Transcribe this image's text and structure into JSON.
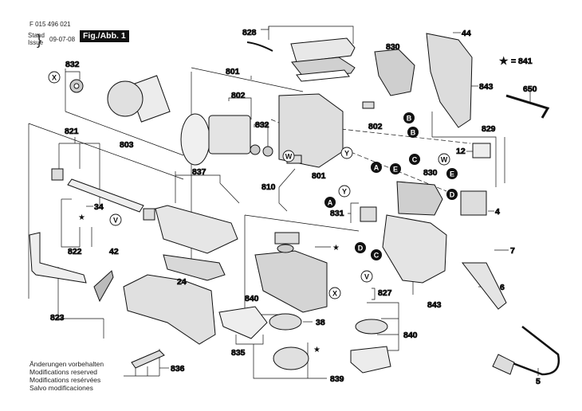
{
  "header": {
    "part_number": "F 015 496 021",
    "stand_label": "Stand",
    "issue_label": "Issue",
    "date": "09-07-08",
    "figure_label": "Fig./Abb. 1"
  },
  "notes": [
    "Änderungen vorbehalten",
    "Modifications reserved",
    "Modifications resérvées",
    "Salvo modificaciones"
  ],
  "legend": {
    "symbol": "★",
    "text": "= 841"
  },
  "callouts": [
    {
      "id": "828",
      "label": "828"
    },
    {
      "id": "44",
      "label": "44"
    },
    {
      "id": "830a",
      "label": "830"
    },
    {
      "id": "832a",
      "label": "832"
    },
    {
      "id": "801a",
      "label": "801"
    },
    {
      "id": "802a",
      "label": "802"
    },
    {
      "id": "832b",
      "label": "832"
    },
    {
      "id": "843a",
      "label": "843"
    },
    {
      "id": "650",
      "label": "650"
    },
    {
      "id": "803",
      "label": "803"
    },
    {
      "id": "821",
      "label": "821"
    },
    {
      "id": "802b",
      "label": "802"
    },
    {
      "id": "829",
      "label": "829"
    },
    {
      "id": "12",
      "label": "12"
    },
    {
      "id": "837",
      "label": "837"
    },
    {
      "id": "801b",
      "label": "801"
    },
    {
      "id": "830b",
      "label": "830"
    },
    {
      "id": "810",
      "label": "810"
    },
    {
      "id": "34",
      "label": "34"
    },
    {
      "id": "831",
      "label": "831"
    },
    {
      "id": "4",
      "label": "4"
    },
    {
      "id": "822",
      "label": "822"
    },
    {
      "id": "42",
      "label": "42"
    },
    {
      "id": "7",
      "label": "7"
    },
    {
      "id": "24",
      "label": "24"
    },
    {
      "id": "840a",
      "label": "840"
    },
    {
      "id": "827",
      "label": "827"
    },
    {
      "id": "6",
      "label": "6"
    },
    {
      "id": "843b",
      "label": "843"
    },
    {
      "id": "823",
      "label": "823"
    },
    {
      "id": "38",
      "label": "38"
    },
    {
      "id": "840b",
      "label": "840"
    },
    {
      "id": "835",
      "label": "835"
    },
    {
      "id": "836",
      "label": "836"
    },
    {
      "id": "839",
      "label": "839"
    },
    {
      "id": "5",
      "label": "5"
    }
  ],
  "connectors": {
    "X": "X",
    "W": "W",
    "Y": "Y",
    "V": "V",
    "A": "A",
    "B": "B",
    "C": "C",
    "D": "D",
    "E": "E"
  }
}
